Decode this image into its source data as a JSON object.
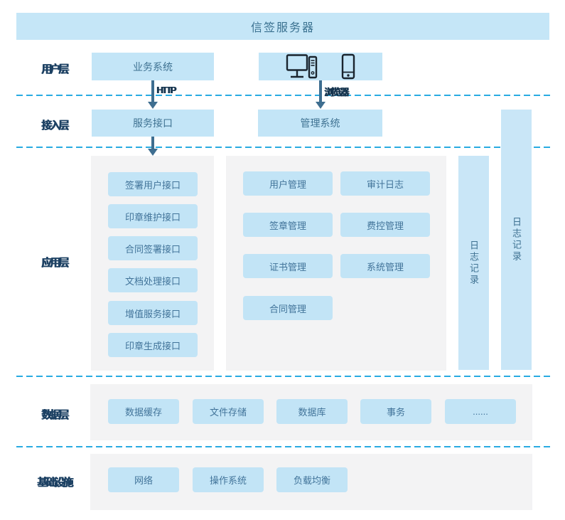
{
  "title": "信签服务器",
  "colors": {
    "box_blue": "#c3e5f7",
    "panel_gray": "#f3f3f4",
    "dashed_line": "#29abe2",
    "arrow": "#3e6e90",
    "box_text": "#3f7292",
    "label_text": "#1d4163"
  },
  "layers": {
    "user": "用户层",
    "access": "接入层",
    "app": "应用层",
    "data": "数据层",
    "infra": "基础设施"
  },
  "user_layer": {
    "business_system": "业务系统",
    "devices": [
      "desktop-icon",
      "smartphone-icon"
    ],
    "http_label": "HTTP",
    "browser_label": "浏览器"
  },
  "access_layer": {
    "service_interface": "服务接口",
    "management_system": "管理系统"
  },
  "app_layer": {
    "interface_buttons": [
      "签署用户接口",
      "印章维护接口",
      "合同签署接口",
      "文档处理接口",
      "增值服务接口",
      "印章生成接口"
    ],
    "management_buttons": [
      "用户管理",
      "审计日志",
      "签章管理",
      "费控管理",
      "证书管理",
      "系统管理",
      "合同管理"
    ],
    "log_bar_inner": "日志记录",
    "log_bar_outer": "日志记录"
  },
  "data_layer": {
    "buttons": [
      "数据缓存",
      "文件存储",
      "数据库",
      "事务",
      "......"
    ]
  },
  "infra_layer": {
    "buttons": [
      "网络",
      "操作系统",
      "负载均衡"
    ]
  }
}
